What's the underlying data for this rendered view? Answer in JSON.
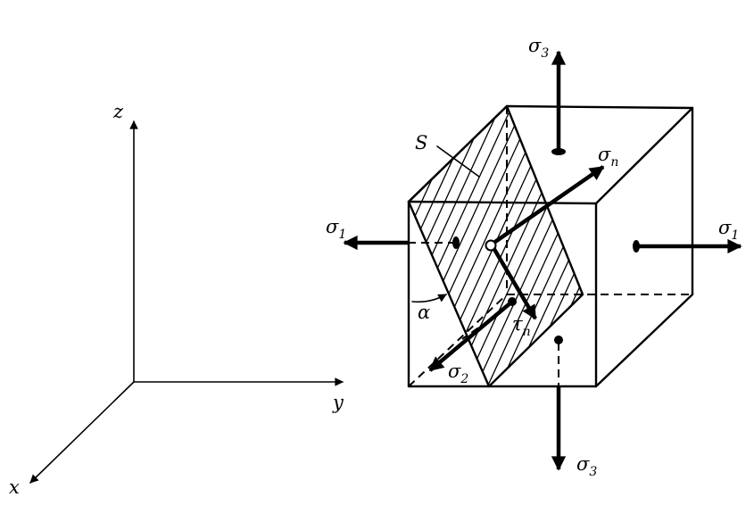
{
  "axes": {
    "z": "z",
    "y": "y",
    "x": "x"
  },
  "labels": {
    "plane": "S",
    "sigma3_top": {
      "main": "σ",
      "sub": "3"
    },
    "sigma3_bottom": {
      "main": "σ",
      "sub": "3"
    },
    "sigma1_left": {
      "main": "σ",
      "sub": "1"
    },
    "sigma1_right": {
      "main": "σ",
      "sub": "1"
    },
    "sigma2": {
      "main": "σ",
      "sub": "2"
    },
    "sigma_n": {
      "main": "σ",
      "sub": "n"
    },
    "tau_n": {
      "main": "τ",
      "sub": "n"
    },
    "angle": "α"
  }
}
